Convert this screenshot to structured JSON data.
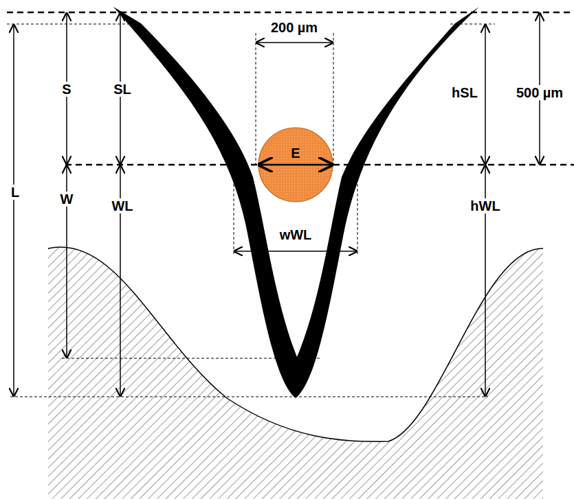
{
  "diagram": {
    "nodes": [
      {
        "text": [
          "E"
        ]
      }
    ],
    "labels": [
      "200 µm",
      "S",
      "SL",
      "hSL",
      "500 µm",
      "L",
      "W",
      "WL",
      "wWL",
      "hWL"
    ]
  }
}
